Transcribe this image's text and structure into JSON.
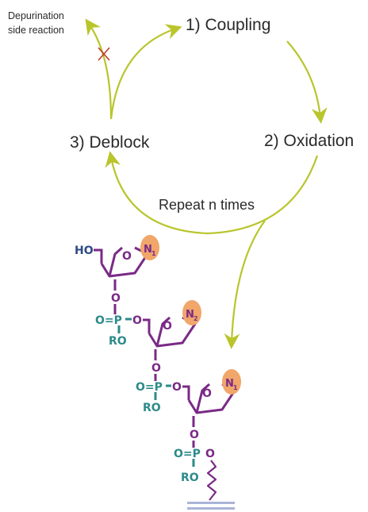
{
  "cycle": {
    "steps": [
      {
        "label": "1) Coupling"
      },
      {
        "label": "2) Oxidation"
      },
      {
        "label": "3) Deblock"
      }
    ],
    "repeat_label": "Repeat n times",
    "side_reaction": {
      "line1": "Depurination",
      "line2": "side reaction"
    }
  },
  "molecule": {
    "hydroxyl": "HO",
    "ring_oxygen": "O",
    "linker_oxygen": "O",
    "phosphate": "O=P",
    "ester": "RO",
    "bases": [
      {
        "letter": "N",
        "index": "1"
      },
      {
        "letter": "N",
        "index": "2"
      },
      {
        "letter": "N",
        "index": "1"
      }
    ]
  },
  "colors": {
    "arrow": "#b9c52b",
    "backbone": "#7a2a86",
    "phosphate": "#2e8a8a",
    "hydroxyl": "#2e4a86",
    "base_fill": "#f1a66a",
    "cross": "#c0392b",
    "support": "#a9b4d6"
  }
}
